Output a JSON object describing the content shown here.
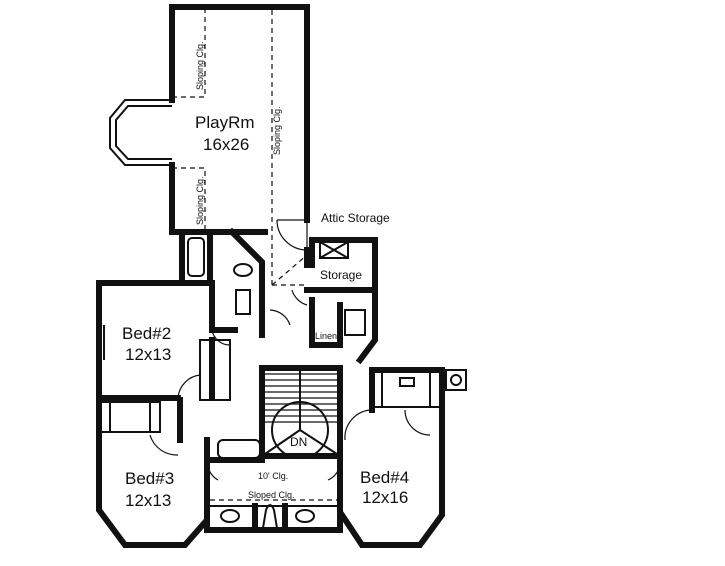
{
  "rooms": {
    "playroom": {
      "name": "PlayRm",
      "size": "16x26"
    },
    "bed2": {
      "name": "Bed#2",
      "size": "12x13"
    },
    "bed3": {
      "name": "Bed#3",
      "size": "12x13"
    },
    "bed4": {
      "name": "Bed#4",
      "size": "12x16"
    }
  },
  "labels": {
    "attic_storage": "Attic Storage",
    "storage": "Storage",
    "linen": "Linen",
    "stairs_down": "DN",
    "ceiling_10": "10' Clg.",
    "sloped_clg": "Sloped Clg.",
    "sloping_clg": "Sloping Clg."
  }
}
